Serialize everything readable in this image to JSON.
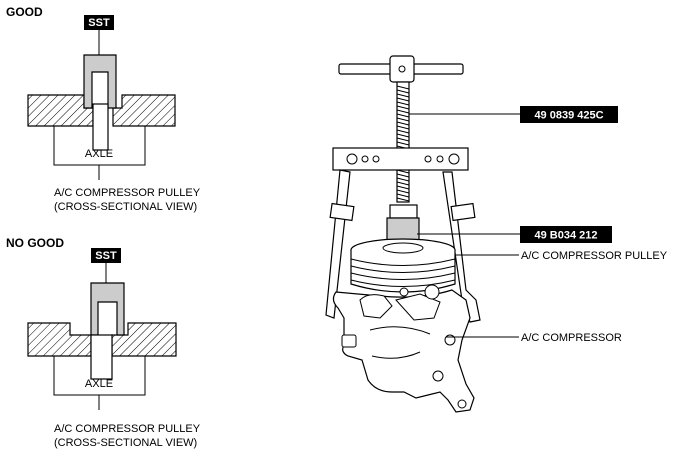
{
  "good": {
    "heading": "GOOD",
    "tool_tag": "SST",
    "axle_label": "AXLE",
    "caption_line1": "A/C COMPRESSOR PULLEY",
    "caption_line2": "(CROSS-SECTIONAL VIEW)"
  },
  "no_good": {
    "heading": "NO GOOD",
    "tool_tag": "SST",
    "axle_label": "AXLE",
    "caption_line1": "A/C COMPRESSOR PULLEY",
    "caption_line2": "(CROSS-SECTIONAL VIEW)"
  },
  "callouts": {
    "puller_part_number": "49 0839 425C",
    "adapter_part_number": "49 B034 212",
    "pulley_label": "A/C COMPRESSOR PULLEY",
    "compressor_label": "A/C COMPRESSOR"
  },
  "colors": {
    "tag_background": "#000000",
    "tool_fill": "#cccccc",
    "line": "#000000"
  }
}
